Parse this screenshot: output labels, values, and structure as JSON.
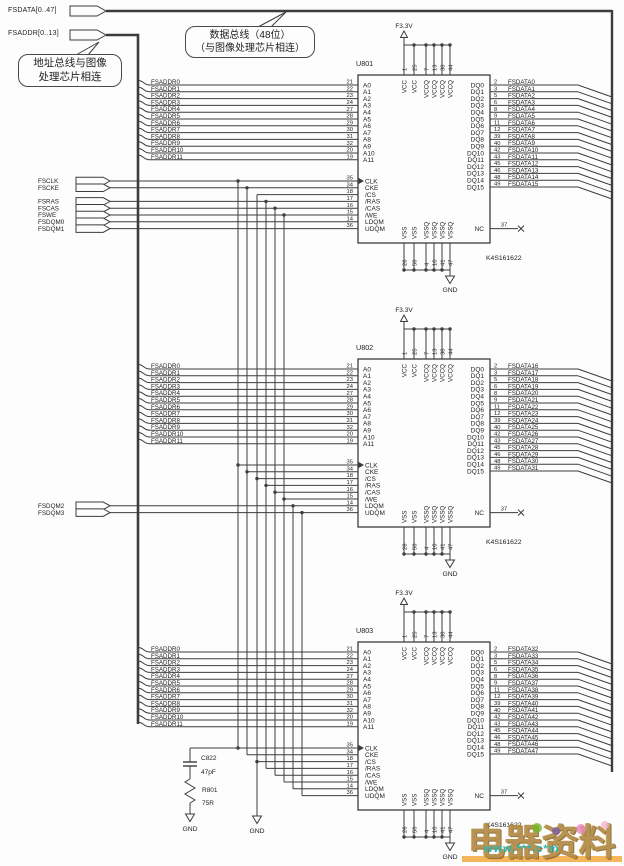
{
  "colors": {
    "background": "#fdfdfd",
    "wire": "#3d3d3d",
    "text": "#1e1e1e",
    "watermark_main": "#b28a44",
    "watermark_url": "#27b7b7",
    "watermark_band": "#f2a93b"
  },
  "buses": {
    "data_label": "FSDATA[0..47]",
    "addr_label": "FSADDR[0..13]"
  },
  "callouts": {
    "data_bus": [
      "数据总线（48位）",
      "（与图像处理芯片相连）"
    ],
    "addr_bus": [
      "地址总线与图像",
      "处理芯片相连"
    ]
  },
  "left_signals": {
    "clock_group": [
      "FSCLK",
      "FSCKE"
    ],
    "ctrl_group": [
      "FSRAS",
      "FSCAS",
      "FSWE",
      "FSDQM0",
      "FSDQM1"
    ],
    "dqm_group2": [
      "FSDQM2",
      "FSDQM3"
    ]
  },
  "power": {
    "vcc_label": "F3.3V",
    "gnd_label": "GND"
  },
  "chip_template": {
    "part_number": "K4S161622",
    "addr_pins": [
      {
        "net": "FSADDR0",
        "num": "21",
        "name": "A0"
      },
      {
        "net": "FSADDR1",
        "num": "22",
        "name": "A1"
      },
      {
        "net": "FSADDR2",
        "num": "23",
        "name": "A2"
      },
      {
        "net": "FSADDR3",
        "num": "24",
        "name": "A3"
      },
      {
        "net": "FSADDR4",
        "num": "27",
        "name": "A4"
      },
      {
        "net": "FSADDR5",
        "num": "28",
        "name": "A5"
      },
      {
        "net": "FSADDR6",
        "num": "29",
        "name": "A6"
      },
      {
        "net": "FSADDR7",
        "num": "30",
        "name": "A7"
      },
      {
        "net": "FSADDR8",
        "num": "31",
        "name": "A8"
      },
      {
        "net": "FSADDR9",
        "num": "32",
        "name": "A9"
      },
      {
        "net": "FSADDR10",
        "num": "20",
        "name": "A10"
      },
      {
        "net": "FSADDR11",
        "num": "19",
        "name": "A11"
      }
    ],
    "ctrl_pins": [
      {
        "num": "35",
        "name": "CLK"
      },
      {
        "num": "34",
        "name": "CKE"
      },
      {
        "num": "18",
        "name": "/CS"
      },
      {
        "num": "17",
        "name": "/RAS"
      },
      {
        "num": "16",
        "name": "/CAS"
      },
      {
        "num": "15",
        "name": "/WE"
      },
      {
        "num": "14",
        "name": "LDQM"
      },
      {
        "num": "36",
        "name": "UDQM"
      }
    ],
    "dq_pins": [
      {
        "num": "2",
        "name": "DQ0"
      },
      {
        "num": "3",
        "name": "DQ1"
      },
      {
        "num": "5",
        "name": "DQ2"
      },
      {
        "num": "6",
        "name": "DQ3"
      },
      {
        "num": "8",
        "name": "DQ4"
      },
      {
        "num": "9",
        "name": "DQ5"
      },
      {
        "num": "11",
        "name": "DQ6"
      },
      {
        "num": "12",
        "name": "DQ7"
      },
      {
        "num": "39",
        "name": "DQ8"
      },
      {
        "num": "40",
        "name": "DQ9"
      },
      {
        "num": "42",
        "name": "DQ10"
      },
      {
        "num": "43",
        "name": "DQ11"
      },
      {
        "num": "45",
        "name": "DQ12"
      },
      {
        "num": "46",
        "name": "DQ13"
      },
      {
        "num": "48",
        "name": "DQ14"
      },
      {
        "num": "49",
        "name": "DQ15"
      }
    ],
    "top_power": [
      {
        "num": "1",
        "name": "VCC"
      },
      {
        "num": "25",
        "name": "VCC"
      },
      {
        "num": "7",
        "name": "VCCQ"
      },
      {
        "num": "13",
        "name": "VCCQ"
      },
      {
        "num": "38",
        "name": "VCCQ"
      },
      {
        "num": "44",
        "name": "VCCQ"
      }
    ],
    "bottom_power": [
      {
        "num": "26",
        "name": "VSS"
      },
      {
        "num": "50",
        "name": "VSS"
      },
      {
        "num": "4",
        "name": "VSSQ"
      },
      {
        "num": "10",
        "name": "VSSQ"
      },
      {
        "num": "41",
        "name": "VSSQ"
      },
      {
        "num": "47",
        "name": "VSSQ"
      }
    ],
    "nc": {
      "num": "37",
      "name": "NC"
    }
  },
  "chips": [
    {
      "ref": "U801",
      "dq_nets": [
        "FSDATA0",
        "FSDATA1",
        "FSDATA2",
        "FSDATA3",
        "FSDATA4",
        "FSDATA5",
        "FSDATA6",
        "FSDATA7",
        "FSDATA8",
        "FSDATA9",
        "FSDATA10",
        "FSDATA11",
        "FSDATA12",
        "FSDATA13",
        "FSDATA14",
        "FSDATA15"
      ]
    },
    {
      "ref": "U802",
      "dq_nets": [
        "FSDATA16",
        "FSDATA17",
        "FSDATA18",
        "FSDATA19",
        "FSDATA20",
        "FSDATA21",
        "FSDATA22",
        "FSDATA23",
        "FSDATA24",
        "FSDATA25",
        "FSDATA26",
        "FSDATA27",
        "FSDATA28",
        "FSDATA29",
        "FSDATA30",
        "FSDATA31"
      ]
    },
    {
      "ref": "U803",
      "dq_nets": [
        "FSDATA32",
        "FSDATA33",
        "FSDATA34",
        "FSDATA35",
        "FSDATA36",
        "FSDATA37",
        "FSDATA38",
        "FSDATA39",
        "FSDATA40",
        "FSDATA41",
        "FSDATA42",
        "FSDATA43",
        "FSDATA44",
        "FSDATA45",
        "FSDATA46",
        "FSDATA47"
      ]
    }
  ],
  "termination": {
    "cap_ref": "C822",
    "cap_value": "47pF",
    "res_ref": "R801",
    "res_value": "75R"
  },
  "watermark": {
    "text": "电器资料",
    "url_fragment": "www.***.c*m"
  }
}
